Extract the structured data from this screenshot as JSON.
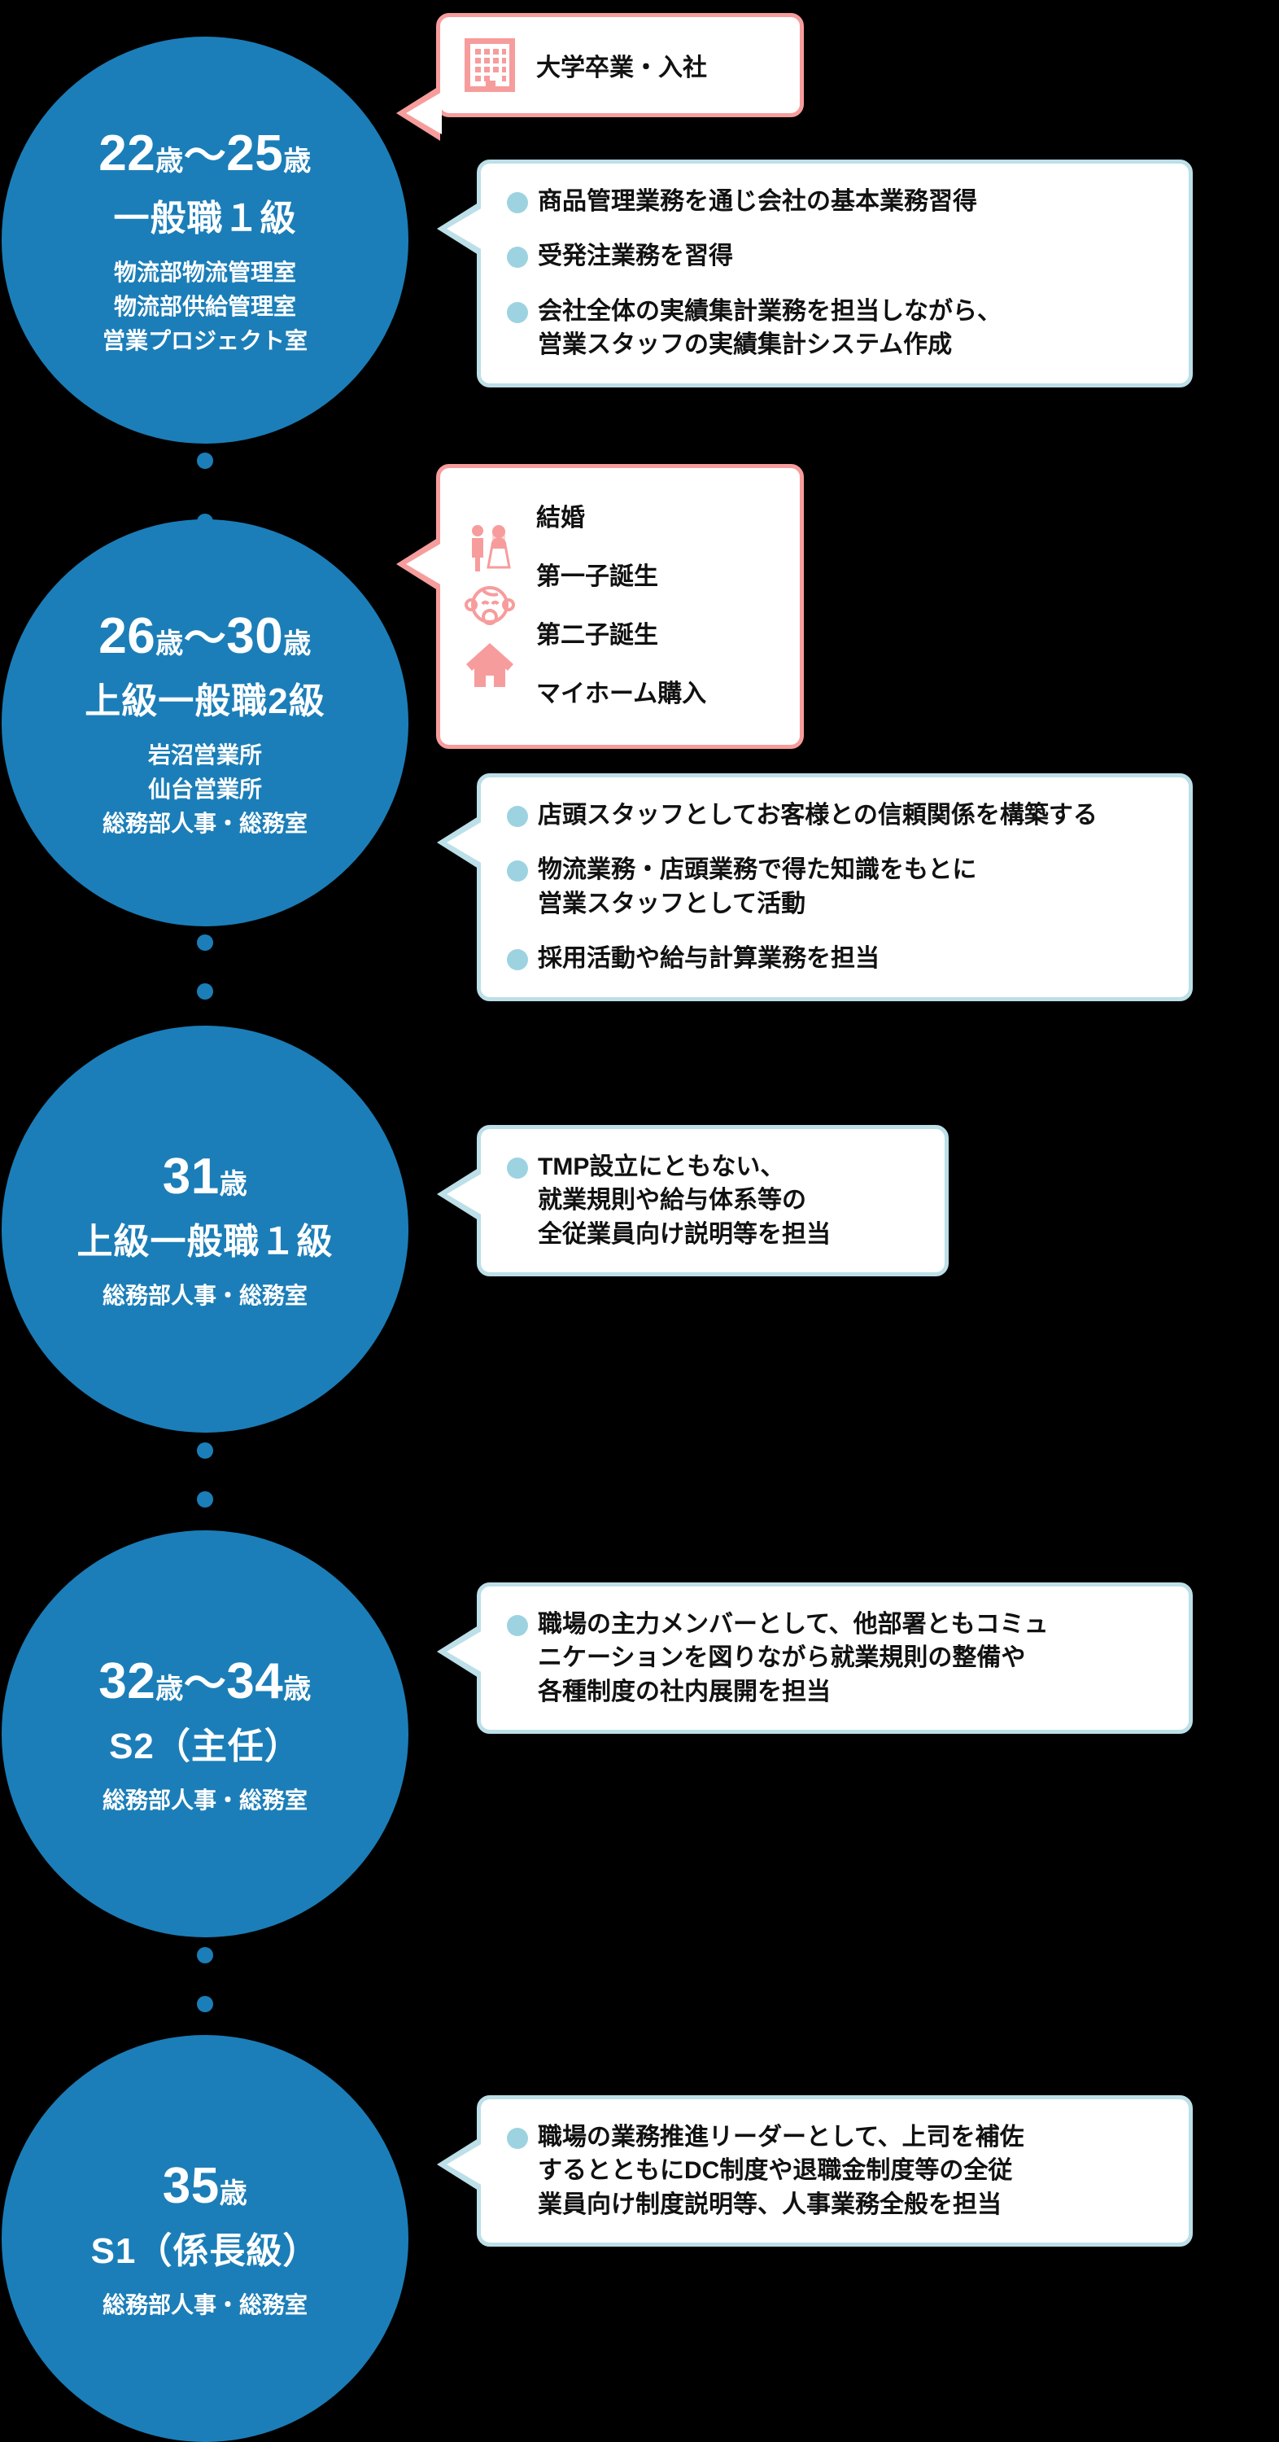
{
  "colors": {
    "background": "#000000",
    "circle_blue": "#1B7EB8",
    "bubble_blue_border": "#BCDFE8",
    "bubble_pink_border": "#F79C9C",
    "bullet_dot": "#9DD3E0",
    "text_dark": "#111111",
    "text_light": "#FFFFFF"
  },
  "stages": [
    {
      "age": "22",
      "age_suffix": "歳",
      "age_tilde": "～",
      "age_end": "25",
      "age_end_suffix": "歳",
      "age_full": "22歳～25歳",
      "rank": "一般職１級",
      "departments": [
        "物流部物流管理室",
        "物流部供給管理室",
        "営業プロジェクト室"
      ]
    },
    {
      "age": "26",
      "age_suffix": "歳",
      "age_tilde": "～",
      "age_end": "30",
      "age_end_suffix": "歳",
      "age_full": "26歳～30歳",
      "rank": "上級一般職2級",
      "departments": [
        "岩沼営業所",
        "仙台営業所",
        "総務部人事・総務室"
      ]
    },
    {
      "age": "31",
      "age_suffix": "歳",
      "age_tilde": "",
      "age_end": "",
      "age_end_suffix": "",
      "age_full": "31歳",
      "rank": "上級一般職１級",
      "departments": [
        "総務部人事・総務室"
      ]
    },
    {
      "age": "32",
      "age_suffix": "歳",
      "age_tilde": "～",
      "age_end": "34",
      "age_end_suffix": "歳",
      "age_full": "32歳～34歳",
      "rank": "S2（主任）",
      "departments": [
        "総務部人事・総務室"
      ]
    },
    {
      "age": "35",
      "age_suffix": "歳",
      "age_tilde": "",
      "age_end": "",
      "age_end_suffix": "",
      "age_full": "35歳",
      "rank": "S1（係長級）",
      "departments": [
        "総務部人事・総務室"
      ]
    }
  ],
  "bubbles": {
    "entry_event": {
      "icon": "office-building-icon",
      "label": "大学卒業・入社"
    },
    "work_1": [
      "商品管理業務を通じ会社の基本業務習得",
      "受発注業務を習得",
      "会社全体の実績集計業務を担当しながら、\n営業スタッフの実績集計システム作成"
    ],
    "life_events": {
      "items": [
        {
          "icon": "wedding-couple-icon",
          "label": "結婚"
        },
        {
          "icon": "baby-icon",
          "label": "第一子誕生"
        },
        {
          "icon": "baby-icon",
          "label": "第二子誕生"
        },
        {
          "icon": "house-icon",
          "label": "マイホーム購入"
        }
      ]
    },
    "work_2": [
      "店頭スタッフとしてお客様との信頼関係を構築する",
      "物流業務・店頭業務で得た知識をもとに\n営業スタッフとして活動",
      "採用活動や給与計算業務を担当"
    ],
    "work_3": [
      "TMP設立にともない、\n就業規則や給与体系等の\n全従業員向け説明等を担当"
    ],
    "work_4": [
      "職場の主力メンバーとして、他部署ともコミュ\nニケーションを図りながら就業規則の整備や\n各種制度の社内展開を担当"
    ],
    "work_5": [
      "職場の業務推進リーダーとして、上司を補佐\nするとともにDC制度や退職金制度等の全従\n業員向け制度説明等、人事業務全般を担当"
    ]
  }
}
